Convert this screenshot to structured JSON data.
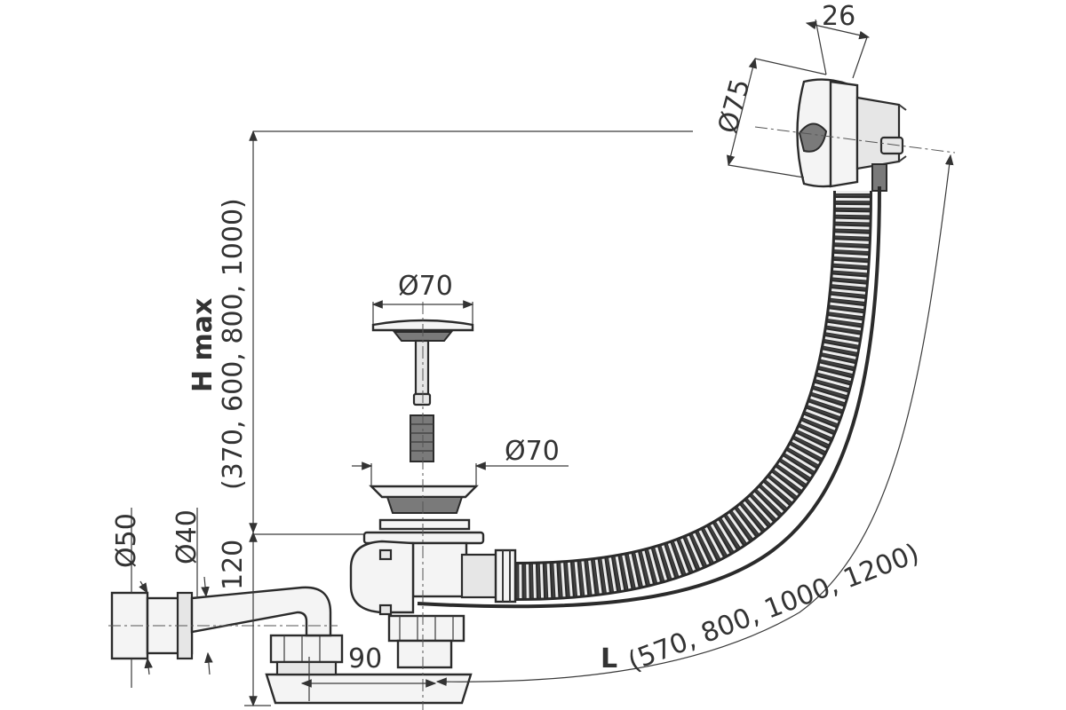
{
  "diagram": {
    "labels": {
      "d26": "26",
      "d75": "Ø75",
      "d70_top": "Ø70",
      "d70_mid": "Ø70",
      "d50": "Ø50",
      "d40": "Ø40",
      "d120": "120",
      "d90": "90",
      "h_max": "H max",
      "h_values": "(370, 600, 800, 1000)",
      "l_letter": "L",
      "l_values": "(570, 800, 1000, 1200)"
    }
  }
}
